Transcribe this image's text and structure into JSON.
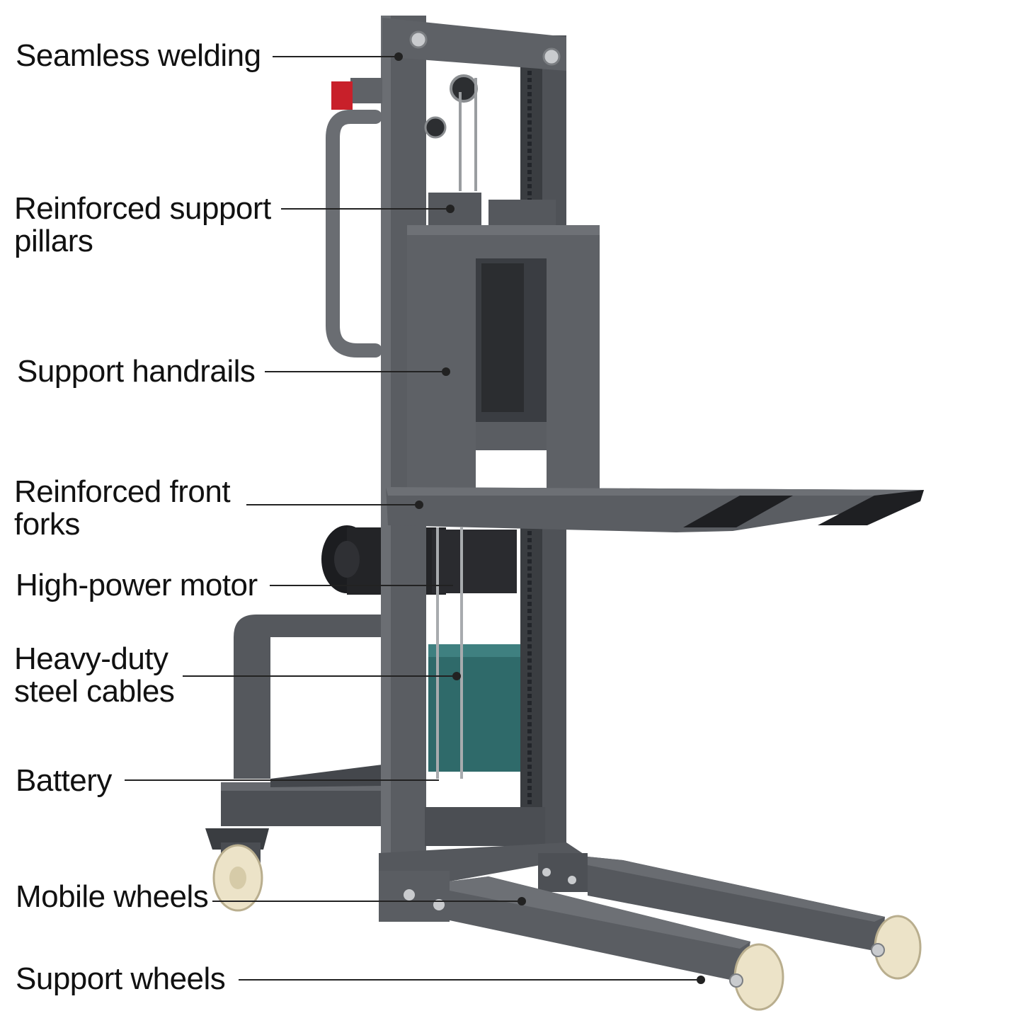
{
  "labels": {
    "welding": {
      "line1": "Seamless welding"
    },
    "pillars": {
      "line1": "Reinforced support",
      "line2": "pillars"
    },
    "handrails": {
      "line1": "Support handrails"
    },
    "forks": {
      "line1": "Reinforced front",
      "line2": "forks"
    },
    "motor": {
      "line1": "High-power motor"
    },
    "cables": {
      "line1": "Heavy-duty",
      "line2": "steel cables"
    },
    "battery": {
      "line1": "Battery"
    },
    "mobile_wheels": {
      "line1": "Mobile wheels"
    },
    "support_wheels": {
      "line1": "Support wheels"
    }
  },
  "colors": {
    "frame": "#5a5d62",
    "frame_dark": "#3f4246",
    "frame_light": "#6e7176",
    "wheel": "#ece3c8",
    "battery": "#2f6a6a",
    "reflector": "#c8202a",
    "leader": "#222222"
  }
}
